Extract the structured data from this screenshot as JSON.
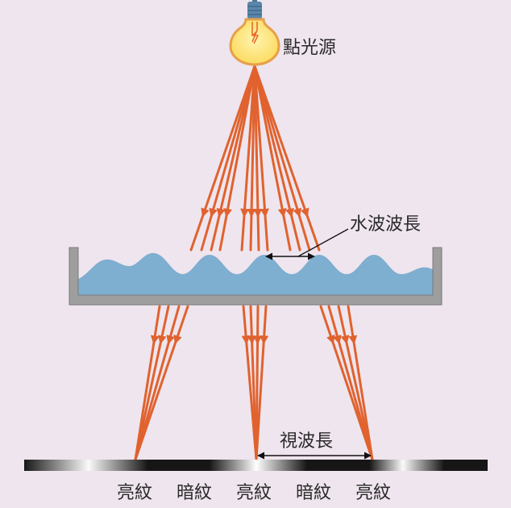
{
  "labels": {
    "light_source": "點光源",
    "water_wavelength": "水波波長",
    "apparent_wavelength": "視波長"
  },
  "fringes": [
    "亮紋",
    "暗紋",
    "亮紋",
    "暗紋",
    "亮紋"
  ],
  "colors": {
    "background": "#efe5ee",
    "ray": "#e0622e",
    "water": "#7eaed0",
    "tank": "#9e9e9e",
    "screen_dark": "#161616",
    "screen_bright": "#ffffff",
    "bulb": "#fde67a",
    "bulb_outline": "#e6a04a",
    "socket": "#5a87a8"
  }
}
